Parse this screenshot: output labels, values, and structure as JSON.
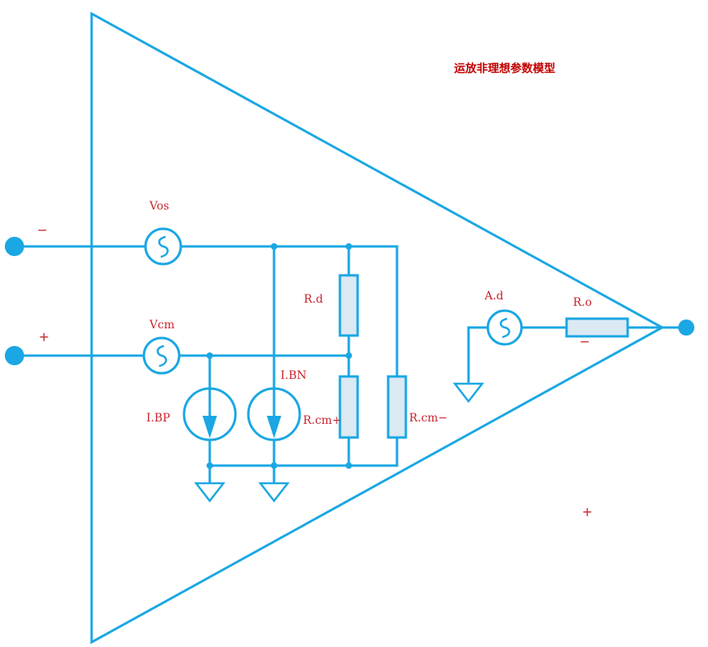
{
  "title": "运放非理想参数模型",
  "labels": {
    "vos": "Vos",
    "vcm": "Vcm",
    "rd": "R.d",
    "ibn": "I.BN",
    "ibp": "I.BP",
    "rcm_plus": "R.cm+",
    "rcm_minus": "R.cm−",
    "ad": "A.d",
    "ro": "R.o"
  },
  "signs": {
    "inv_input": "−",
    "noninv_input": "+",
    "output_minus": "−",
    "output_plus": "+"
  },
  "colors": {
    "wire": "#1aa7e3",
    "label": "#c8232b",
    "title": "#c00000",
    "resistor_fill": "#dbe9f3"
  }
}
